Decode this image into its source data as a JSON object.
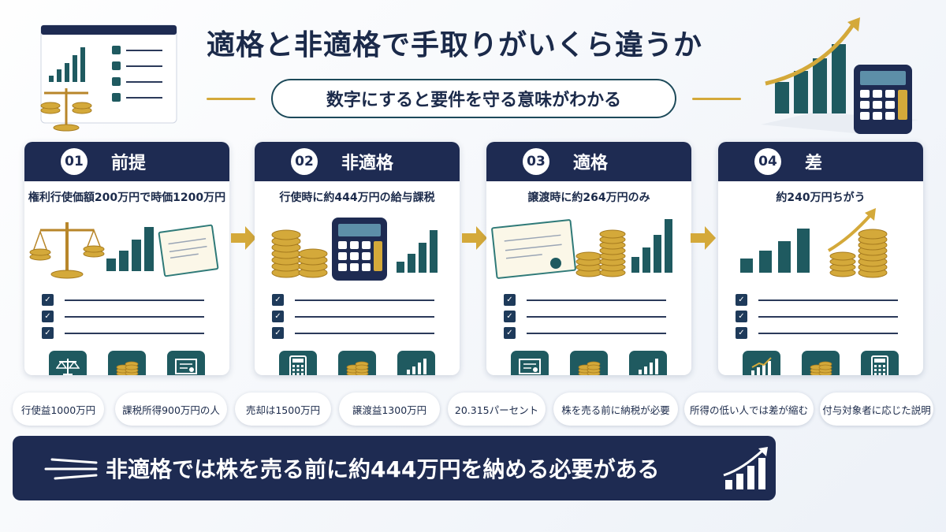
{
  "header": {
    "title": "適格と非適格で手取りがいくら違うか",
    "subtitle": "数字にすると要件を守る意味がわかる"
  },
  "cards": [
    {
      "num": "01",
      "title": "前提",
      "desc": "権利行使価額200万円で時価1200万円"
    },
    {
      "num": "02",
      "title": "非適格",
      "desc": "行使時に約444万円の給与課税"
    },
    {
      "num": "03",
      "title": "適格",
      "desc": "譲渡時に約264万円のみ"
    },
    {
      "num": "04",
      "title": "差",
      "desc": "約240万円ちがう"
    }
  ],
  "tags": [
    "行使益1000万円",
    "課税所得900万円の人",
    "売却は1500万円",
    "譲渡益1300万円",
    "20.315パーセント",
    "株を売る前に納税が必要",
    "所得の低い人では差が縮む",
    "付与対象者に応じた説明"
  ],
  "banner": {
    "text": "非適格では株を売る前に約444万円を納める必要がある"
  },
  "colors": {
    "navy": "#1e2b52",
    "teal": "#1f5a60",
    "gold": "#d4a93a"
  }
}
